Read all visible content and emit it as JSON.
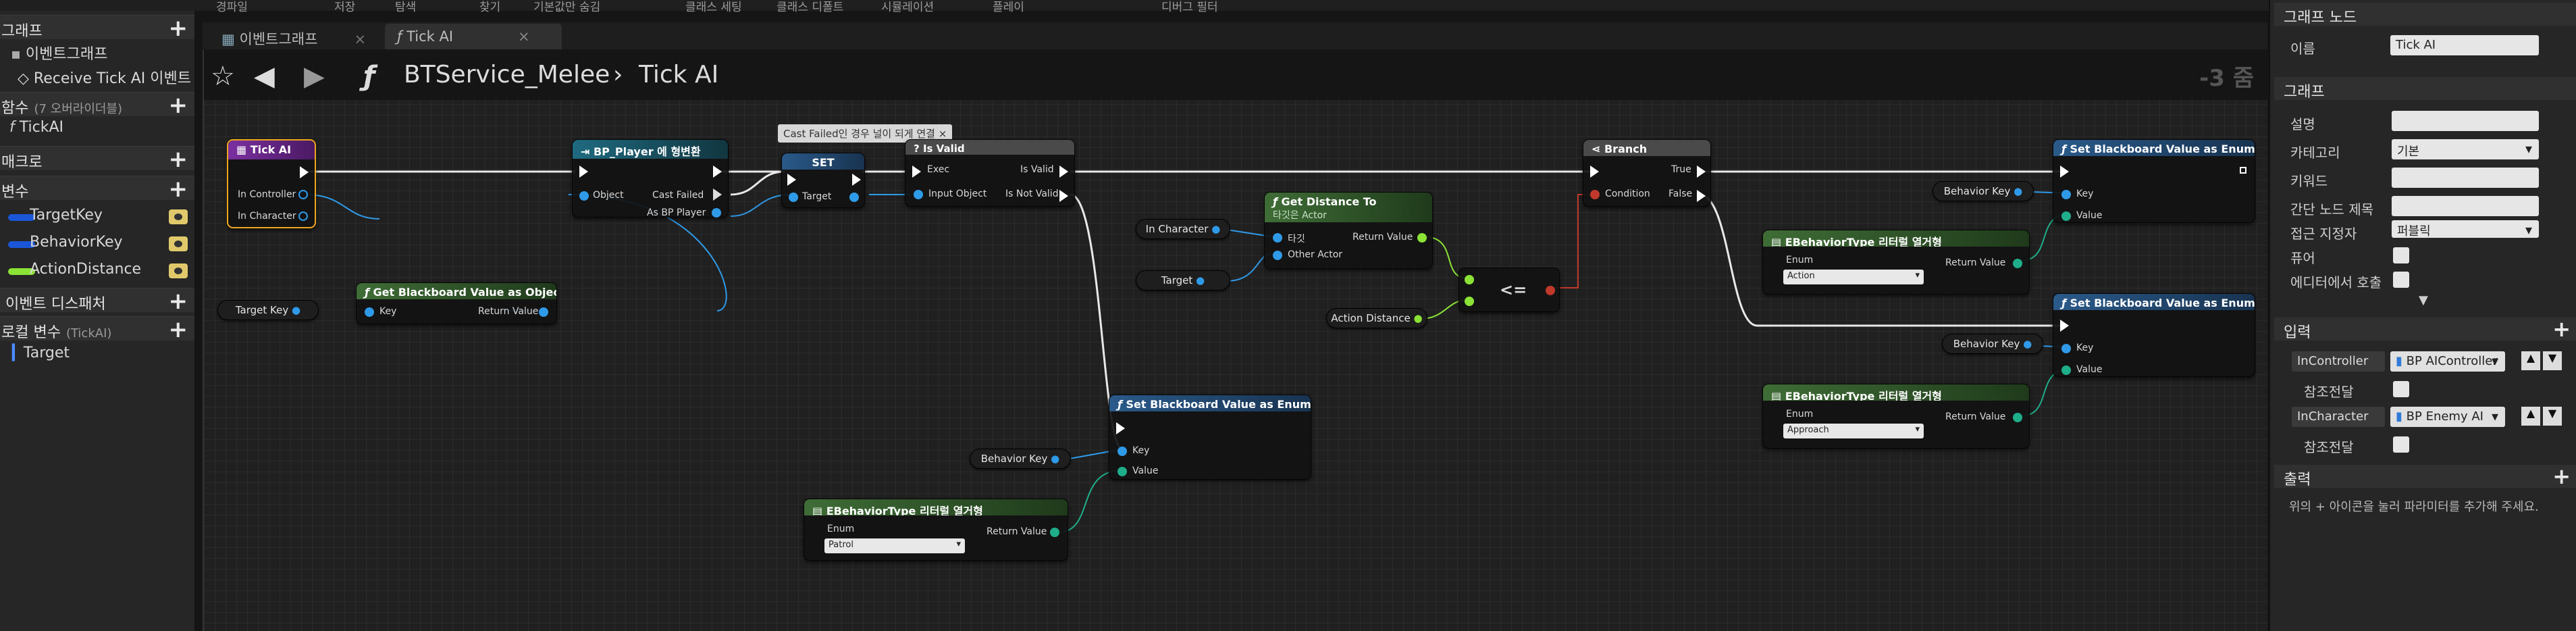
{
  "menu": {
    "items": [
      "경파일",
      "저장",
      "탐색",
      "찾기",
      "클래스 세팅",
      "클래스 디폴트",
      "시뮬레이션",
      "플레이",
      "디버그 필터"
    ],
    "hidden_default": "기본값만 숨김"
  },
  "left": {
    "graph_header": "그래프",
    "event_graph": "이벤트그래프",
    "receive_tick": "Receive Tick AI 이벤트",
    "functions_header": "함수",
    "functions_overrides": "(7 오버라이더블)",
    "function_item": "TickAI",
    "macros_header": "매크로",
    "variables_header": "변수",
    "variables": [
      {
        "name": "TargetKey",
        "color": "#1a56d8"
      },
      {
        "name": "BehaviorKey",
        "color": "#1a56d8"
      },
      {
        "name": "ActionDistance",
        "color": "#8be336"
      }
    ],
    "dispatchers_header": "이벤트 디스패처",
    "locals_header": "로컬 변수",
    "locals_sub": "(TickAI)",
    "local_item": "Target"
  },
  "tabs": [
    {
      "label": "이벤트그래프",
      "active": false
    },
    {
      "label": "Tick AI",
      "active": true
    }
  ],
  "graph": {
    "crumb_class": "BTService_Melee",
    "crumb_sep": "›",
    "crumb_func": "Tick AI",
    "zoom": "-3 줌",
    "tooltip": "Cast Failed인 경우 널이 되게 연결"
  },
  "nodes": {
    "tick": {
      "title": "Tick AI",
      "p1": "In Controller",
      "p2": "In Character"
    },
    "get_bb_obj": {
      "title": "Get Blackboard Value as Object",
      "key": "Key",
      "ret": "Return Value"
    },
    "cast": {
      "title": "BP_Player 에 형변환",
      "obj": "Object",
      "failed": "Cast Failed",
      "as": "As BP Player"
    },
    "set": {
      "title": "SET",
      "target": "Target"
    },
    "isvalid": {
      "title": "Is Valid",
      "exec": "Exec",
      "iv": "Is Valid",
      "iobj": "Input Object",
      "inv": "Is Not Valid"
    },
    "getdist": {
      "title": "Get Distance To",
      "sub": "타깃은 Actor",
      "tgt": "타깃",
      "other": "Other Actor",
      "ret": "Return Value"
    },
    "le": {
      "label": "<="
    },
    "branch": {
      "title": "Branch",
      "cond": "Condition",
      "t": "True",
      "f": "False"
    },
    "setbb1": {
      "title": "Set Blackboard Value as Enum",
      "key": "Key",
      "val": "Value"
    },
    "setbb2": {
      "title": "Set Blackboard Value as Enum",
      "key": "Key",
      "val": "Value"
    },
    "setbb3": {
      "title": "Set Blackboard Value as Enum",
      "key": "Key",
      "val": "Value"
    },
    "enum1": {
      "title": "EBehaviorType 리터럴 열거형",
      "lbl": "Enum",
      "val": "Action",
      "ret": "Return Value"
    },
    "enum2": {
      "title": "EBehaviorType 리터럴 열거형",
      "lbl": "Enum",
      "val": "Approach",
      "ret": "Return Value"
    },
    "enum3": {
      "title": "EBehaviorType 리터럴 열거형",
      "lbl": "Enum",
      "val": "Patrol",
      "ret": "Return Value"
    },
    "v_targetkey": "Target Key",
    "v_inchar": "In Character",
    "v_target": "Target",
    "v_actdist": "Action Distance",
    "v_bk1": "Behavior Key",
    "v_bk2": "Behavior Key",
    "v_bk3": "Behavior Key"
  },
  "right": {
    "node_header": "그래프 노드",
    "name_lbl": "이름",
    "name_val": "Tick AI",
    "graph_header": "그래프",
    "desc_lbl": "설명",
    "cat_lbl": "카테고리",
    "cat_val": "기본",
    "kw_lbl": "키워드",
    "compact_lbl": "간단 노드 제목",
    "access_lbl": "접근 지정자",
    "access_val": "퍼블릭",
    "pure_lbl": "퓨어",
    "editor_lbl": "에디터에서 호출",
    "inputs_header": "입력",
    "in1_name": "InController",
    "in1_type": "BP AIController",
    "in1_ref": "참조전달",
    "in2_name": "InCharacter",
    "in2_type": "BP Enemy AI",
    "in2_ref": "참조전달",
    "outputs_header": "출력",
    "outputs_hint": "위의 + 아이콘을 눌러 파라미터를 추가해 주세요."
  }
}
